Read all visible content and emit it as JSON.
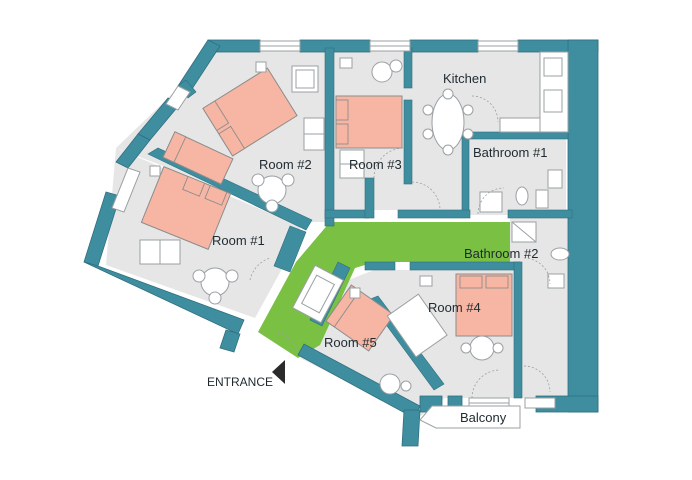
{
  "colors": {
    "wall": "#3f8ea0",
    "wall_edge": "#2f6f7e",
    "floor": "#e6e6e6",
    "corridor": "#7ac143",
    "bed": "#f7b6a3",
    "background": "#ffffff"
  },
  "rooms": {
    "room1": "Room #1",
    "room2": "Room #2",
    "room3": "Room #3",
    "room4": "Room #4",
    "room5": "Room #5",
    "kitchen": "Kitchen",
    "bathroom1": "Bathroom #1",
    "bathroom2": "Bathroom #2",
    "balcony": "Balcony"
  },
  "entrance": {
    "label": "ENTRANCE",
    "icon": "triangle-arrow-icon"
  }
}
